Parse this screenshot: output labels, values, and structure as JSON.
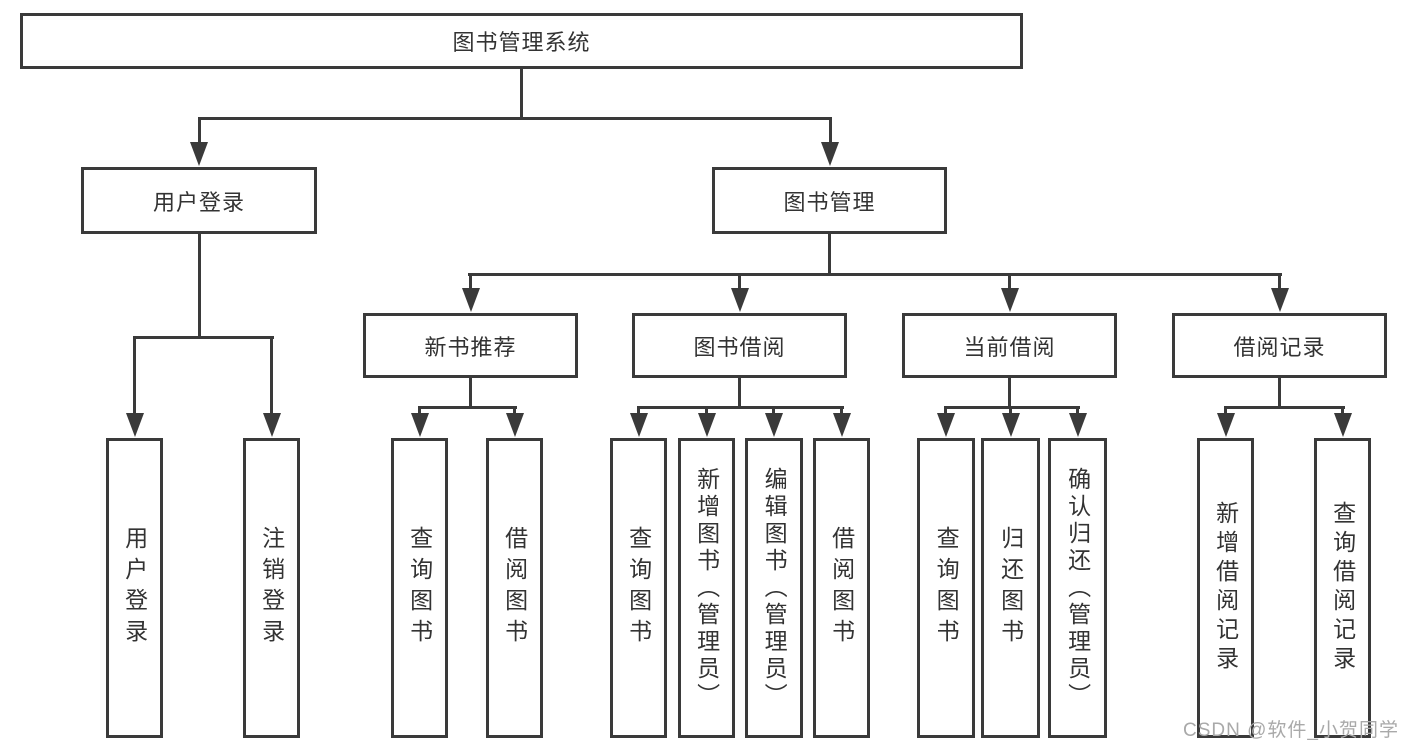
{
  "diagram_type": "hierarchy-flowchart",
  "nodes": {
    "root": {
      "label": "图书管理系统"
    },
    "userLogin": {
      "label": "用户登录"
    },
    "bookMgmt": {
      "label": "图书管理"
    },
    "newBookRec": {
      "label": "新书推荐"
    },
    "bookBorrow": {
      "label": "图书借阅"
    },
    "currentBorrow": {
      "label": "当前借阅"
    },
    "borrowRecord": {
      "label": "借阅记录"
    },
    "leafUserLogin": {
      "label": "用户登录"
    },
    "leafLogout": {
      "label": "注销登录"
    },
    "leafRecQuery": {
      "label": "查询图书"
    },
    "leafRecBorrow": {
      "label": "借阅图书"
    },
    "leafBorrowQuery": {
      "label": "查询图书"
    },
    "leafBorrowAdd": {
      "label": "新增图书（管理员）"
    },
    "leafBorrowEdit": {
      "label": "编辑图书（管理员）"
    },
    "leafBorrowBorrow": {
      "label": "借阅图书"
    },
    "leafCurQuery": {
      "label": "查询图书"
    },
    "leafCurReturn": {
      "label": "归还图书"
    },
    "leafCurConfirm": {
      "label": "确认归还（管理员）"
    },
    "leafRecordAdd": {
      "label": "新增借阅记录"
    },
    "leafRecordQuery": {
      "label": "查询借阅记录"
    }
  },
  "colors": {
    "line": "#3a3a3a",
    "text": "#333333",
    "watermark": "#a9a9a9",
    "background": "#ffffff"
  },
  "watermark": {
    "text": "CSDN @软件_小贺同学"
  }
}
